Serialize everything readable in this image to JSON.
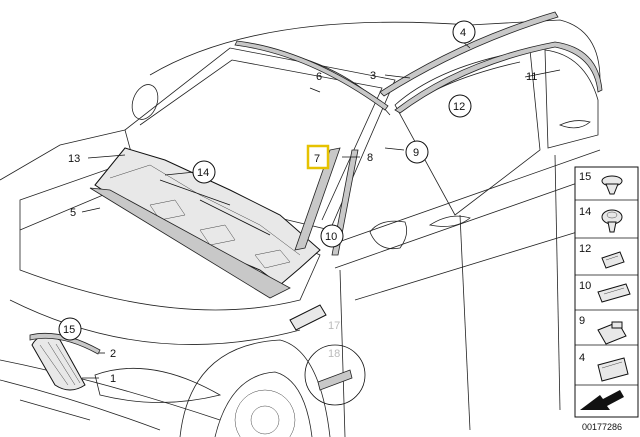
{
  "callouts": {
    "c1": "1",
    "c2": "2",
    "c3": "3",
    "c4": "4",
    "c5": "5",
    "c6": "6",
    "c7": "7",
    "c8": "8",
    "c9": "9",
    "c10": "10",
    "c11": "11",
    "c12": "12",
    "c13": "13",
    "c14": "14",
    "c15": "15",
    "c17": "17",
    "c18": "18"
  },
  "legend": {
    "items": [
      "15",
      "14",
      "12",
      "10",
      "9",
      "4"
    ]
  },
  "diagram_ref": "00177286",
  "colors": {
    "highlight": "#e6c200",
    "ink": "#111111"
  }
}
